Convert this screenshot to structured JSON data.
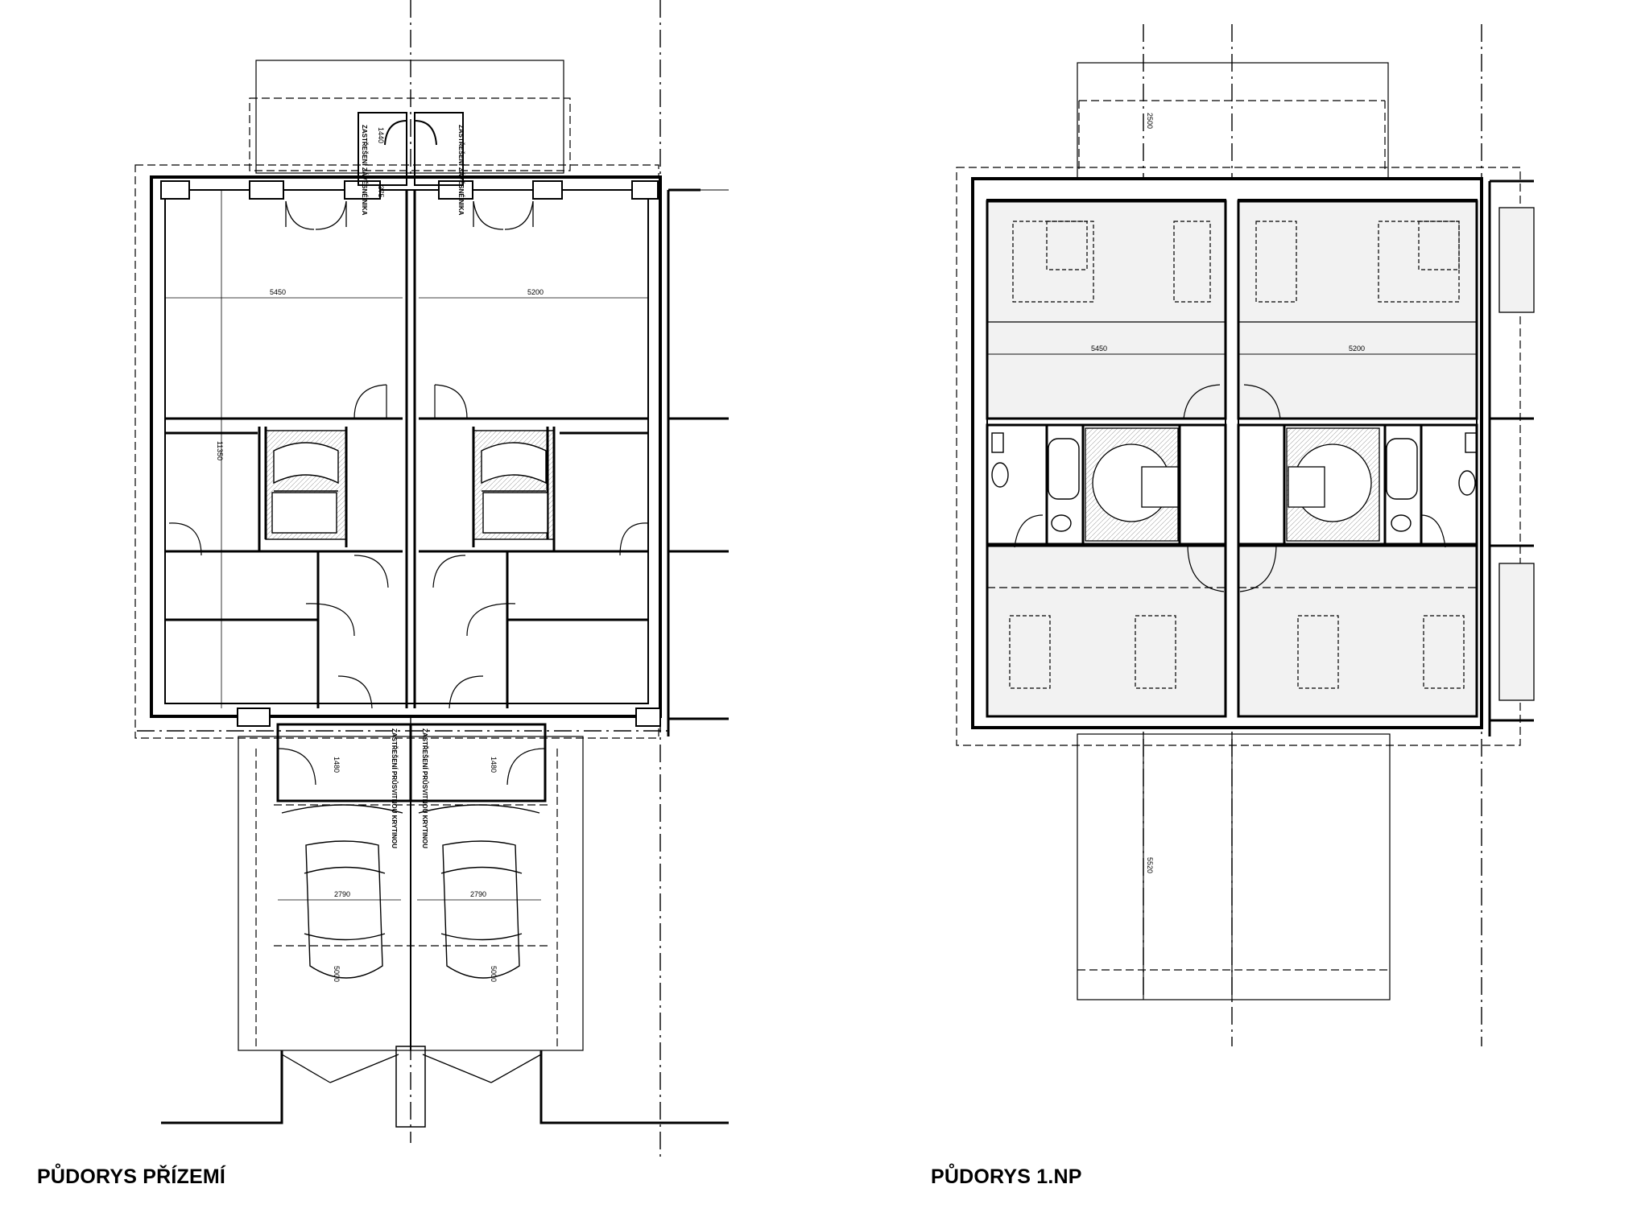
{
  "captions": {
    "ground_floor": "PŮDORYS PŘÍZEMÍ",
    "first_floor": "PŮDORYS 1.NP"
  },
  "dimensions": {
    "ground_left_room_width": "5450",
    "ground_right_room_width": "5200",
    "ground_depth": "11350",
    "ground_entry_depth": "1440",
    "ground_entry_small": "375",
    "ground_vestibule_left": "1480",
    "ground_vestibule_right": "1480",
    "garage_left_width": "2790",
    "garage_right_width": "2790",
    "garage_left_depth": "5000",
    "garage_right_depth": "5000",
    "first_left_room_width": "5450",
    "first_right_room_width": "5200",
    "first_balcony_depth": "2500",
    "first_terrace_depth": "5520"
  },
  "notes": {
    "ground_top_left": "ZASTŘEŠENÍ ZÁVĚSNÉ NIKA",
    "ground_top_right": "ZASTŘEŠENÍ ZÁVĚSNÉ NIKA",
    "ground_bottom_left": "ZASTŘEŠENÍ PRŮSVITNOU KRYTINOU",
    "ground_bottom_right": "ZASTŘEŠENÍ PRŮSVITNOU KRYTINOU"
  },
  "colors": {
    "line": "#000000",
    "fill": "#f0f0f0",
    "background": "#ffffff"
  }
}
